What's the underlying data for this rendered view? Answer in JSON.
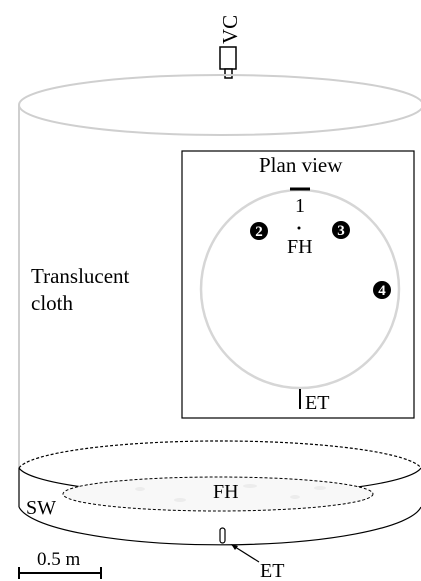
{
  "labels": {
    "camera": "VC",
    "cloth_line1": "Translucent",
    "cloth_line2": "cloth",
    "plan_title": "Plan view",
    "plan_center": "FH",
    "plan_entrance": "ET",
    "floor_hole": "FH",
    "side_wall": "SW",
    "entrance": "ET",
    "scale": "0.5 m"
  },
  "positions": [
    "1",
    "2",
    "3",
    "4"
  ],
  "colors": {
    "ink": "#000000",
    "gray_ring": "#d6d6d6",
    "cylinder": "#cfcfcf"
  }
}
